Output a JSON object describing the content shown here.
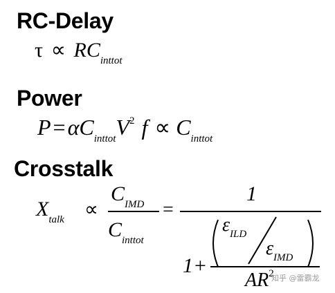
{
  "sections": {
    "rc_delay": {
      "heading": "RC-Delay",
      "tau": "τ",
      "prop": "∝",
      "rc": "RC",
      "sub": "inttot"
    },
    "power": {
      "heading": "Power",
      "p": "P",
      "eq": "=",
      "alpha": "α",
      "c1": "C",
      "c1_sub": "inttot",
      "v": "V",
      "v_sup": "2",
      "f": "f",
      "prop": "∝",
      "c2": "C",
      "c2_sub": "inttot"
    },
    "crosstalk": {
      "heading": "Crosstalk",
      "x": "X",
      "x_sub": "talk",
      "prop": "∝",
      "num_c": "C",
      "num_sub": "IMD",
      "den_c": "C",
      "den_sub": "inttot",
      "eq": "=",
      "one": "1",
      "one_plus": "1+",
      "eps_top": "ε",
      "eps_top_sub": "ILD",
      "eps_bot": "ε",
      "eps_bot_sub": "IMD",
      "ar": "AR",
      "ar_sup": "2"
    }
  },
  "watermark": "知乎 @雷霸龙"
}
